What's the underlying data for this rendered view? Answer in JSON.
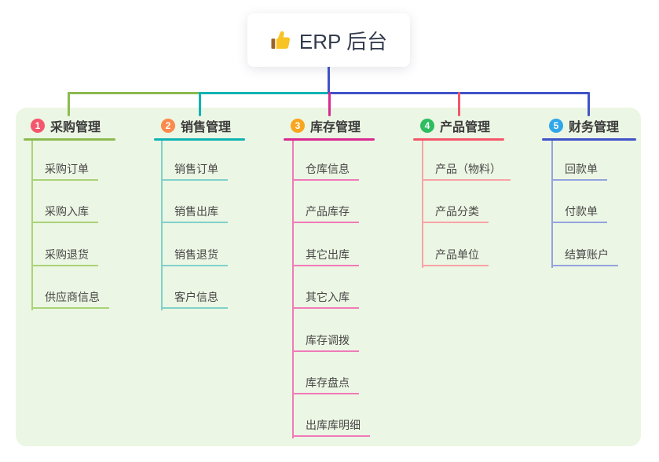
{
  "root": {
    "label": "ERP 后台",
    "icon": "thumbs-up-icon"
  },
  "colors": {
    "canvas_bg": "#ffffff",
    "panel_bg": "#ecf6e4",
    "trunk": "#4053c8",
    "root_text": "#333b4d",
    "title_text": "#3a3a3a",
    "child_text": "#484848"
  },
  "branches": [
    {
      "badge": "1",
      "badge_color": "#f4566c",
      "line_color": "#8cba50",
      "child_line_color": "#a9d377",
      "label": "采购管理",
      "children": [
        "采购订单",
        "采购入库",
        "采购退货",
        "供应商信息"
      ]
    },
    {
      "badge": "2",
      "badge_color": "#fb8a4b",
      "line_color": "#10b3b3",
      "child_line_color": "#7fd2ca",
      "label": "销售管理",
      "children": [
        "销售订单",
        "销售出库",
        "销售退货",
        "客户信息"
      ]
    },
    {
      "badge": "3",
      "badge_color": "#f9a51e",
      "line_color": "#d92991",
      "child_line_color": "#f07ab8",
      "label": "库存管理",
      "children": [
        "仓库信息",
        "产品库存",
        "其它出库",
        "其它入库",
        "库存调拨",
        "库存盘点",
        "出库库明细"
      ]
    },
    {
      "badge": "4",
      "badge_color": "#2dbd60",
      "line_color": "#f4566a",
      "child_line_color": "#f8a3a8",
      "label": "产品管理",
      "children": [
        "产品（物料）",
        "产品分类",
        "产品单位"
      ]
    },
    {
      "badge": "5",
      "badge_color": "#2fa7e9",
      "line_color": "#4053c8",
      "child_line_color": "#93a3de",
      "label": "财务管理",
      "children": [
        "回款单",
        "付款单",
        "结算账户"
      ]
    }
  ]
}
